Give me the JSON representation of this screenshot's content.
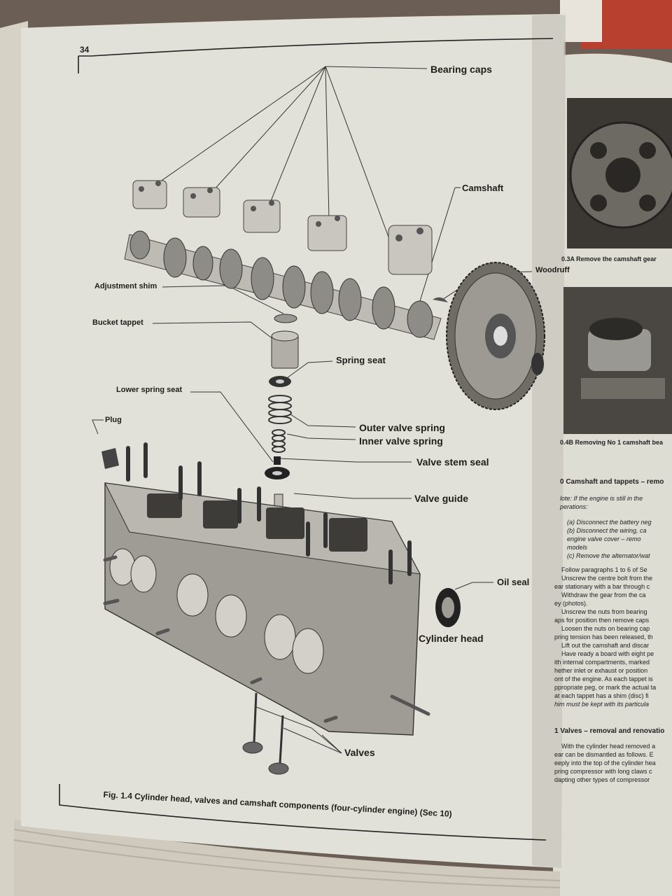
{
  "page_number": "34",
  "figure": {
    "caption": "Fig. 1.4 Cylinder head, valves and camshaft components (four-cylinder engine) (Sec 10)",
    "labels": {
      "bearing_caps": "Bearing caps",
      "camshaft": "Camshaft",
      "woodruff": "Woodruff",
      "adjustment_shim": "Adjustment shim",
      "bucket_tappet": "Bucket tappet",
      "spring_seat": "Spring seat",
      "lower_spring_seat": "Lower spring seat",
      "plug": "Plug",
      "outer_valve_spring": "Outer valve spring",
      "inner_valve_spring": "Inner valve spring",
      "valve_stem_seal": "Valve stem seal",
      "valve_guide": "Valve guide",
      "oil_seal": "Oil seal",
      "cylinder_head": "Cylinder head",
      "valves": "Valves"
    }
  },
  "right_page": {
    "photo_a_caption": "0.3A Remove the camshaft gear",
    "photo_b_caption": "0.4B Removing No 1 camshaft bea",
    "section_10_heading": "0 Camshaft and tappets – remo",
    "note_lines": [
      "lote: If the engine is still in the",
      "perations:"
    ],
    "list_items": [
      "(a)   Disconnect the battery neg",
      "(b)   Disconnect the wiring, ca",
      "       engine valve cover – remo",
      "       models",
      "(c)   Remove the alternator/wat"
    ],
    "body_lines": [
      "Follow paragraphs 1 to 6 of Se",
      "Unscrew the centre bolt from the",
      "ear stationary with a bar through c",
      "Withdraw the gear from the ca",
      "ey (photos).",
      "Unscrew the nuts from bearing",
      "aps for position then remove caps",
      "Loosen the nuts on bearing cap",
      "pring tension has been released, th",
      "Lift out the camshaft and discar",
      "Have ready a board with eight pe",
      "ith internal compartments, marked",
      "hether inlet or exhaust or position",
      "ont of the engine. As each tappet is",
      "ppropriate peg, or mark the actual ta",
      "at each tappet has a shim (disc) fi",
      "him must be kept with its particula"
    ],
    "section_11_heading": "1 Valves – removal and renovatio",
    "section_11_lines": [
      "With the cylinder head removed a",
      "ear can be dismantled as follows. E",
      "eeply into the top of the cylinder hea",
      "pring compressor with long claws c",
      "dapting other types of compressor"
    ]
  }
}
